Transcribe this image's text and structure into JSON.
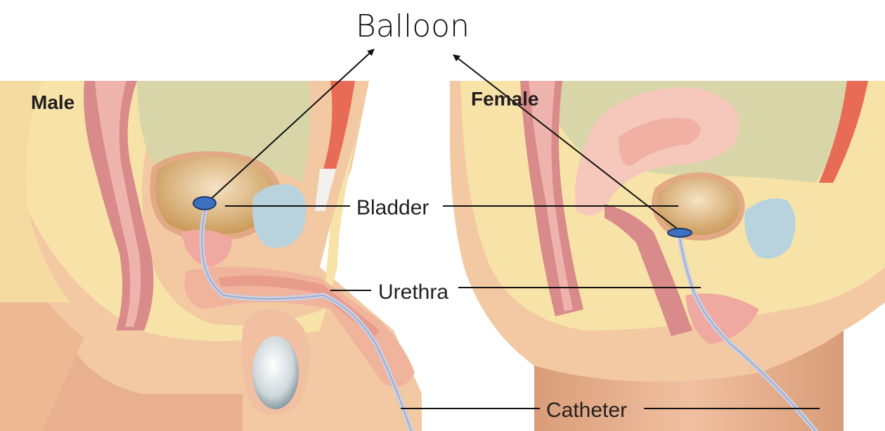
{
  "title": "Balloon",
  "panels": {
    "male": {
      "label": "Male"
    },
    "female": {
      "label": "Female"
    }
  },
  "labels": {
    "bladder": "Bladder",
    "urethra": "Urethra",
    "catheter": "Catheter"
  },
  "colors": {
    "skin": "#f3c9a4",
    "skin_dark": "#e2aa84",
    "fat": "#f7e3a8",
    "cavity": "#d8d6a8",
    "bowel": "#d98a8a",
    "bowel_light": "#eeb3ad",
    "bladder_wall": "#d3a46a",
    "bladder_inner": "#f0d9b5",
    "muscle": "#e86b55",
    "catheter": "#c9cfe4",
    "balloon": "#3f6fbf",
    "balloon_edge": "#203a6b",
    "line": "#111111"
  }
}
